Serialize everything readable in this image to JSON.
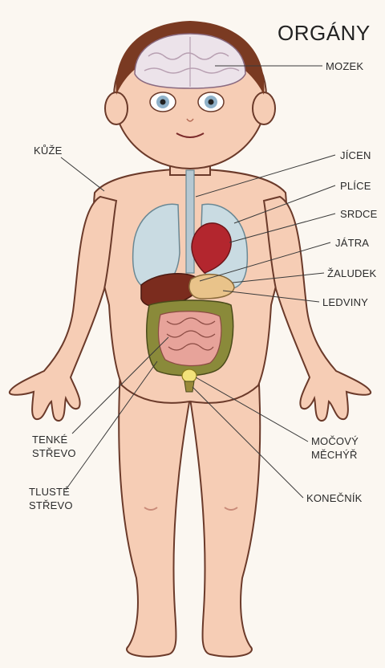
{
  "title": "ORGÁNY",
  "labels": {
    "mozek": "MOZEK",
    "kuze": "KŮŽE",
    "jicen": "JÍCEN",
    "plice": "PLÍCE",
    "srdce": "SRDCE",
    "jatra": "JÁTRA",
    "zaludek": "ŽALUDEK",
    "ledviny": "LEDVINY",
    "tenke_1": "TENKÉ",
    "tenke_2": "STŘEVO",
    "tluste_1": "TLUSTÉ",
    "tluste_2": "STŘEVO",
    "mocovy_1": "MOČOVÝ",
    "mocovy_2": "MĚCHÝŘ",
    "konecnik": "KONEČNÍK"
  },
  "colors": {
    "skin": "#f6cdb5",
    "skin_outline": "#6b3a2a",
    "hair": "#7a3a22",
    "brain": "#ece3ea",
    "lungs": "#c9dbe2",
    "heart": "#b3262e",
    "liver": "#7b2c1e",
    "stomach": "#e9c38a",
    "large_intestine": "#8a8a3a",
    "small_intestine": "#e7a39a",
    "leader_line": "#3a3a3a"
  }
}
